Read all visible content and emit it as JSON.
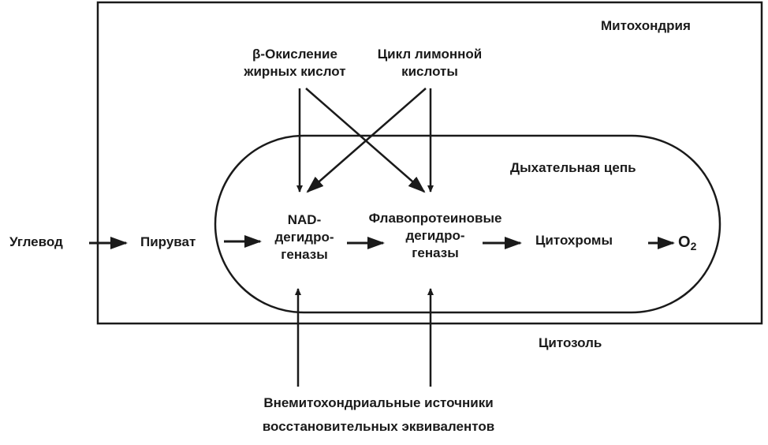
{
  "regions": {
    "mitochondria": "Митохондрия",
    "respiratory_chain": "Дыхательная цепь",
    "cytosol": "Цитозоль"
  },
  "sources": {
    "beta_oxidation": [
      "β-Окисление",
      "жирных кислот"
    ],
    "citric_acid_cycle": [
      "Цикл лимонной",
      "кислоты"
    ],
    "extramitochondrial": [
      "Внемитохондриальные источники",
      "восстановительных эквивалентов"
    ]
  },
  "pathway": {
    "carbohydrate": "Углевод",
    "pyruvate": "Пируват",
    "nad_dehydrogenases": [
      "NAD-",
      "дегидро-",
      "геназы"
    ],
    "flavoprotein_dehydrogenases": [
      "Флавопротеиновые",
      "дегидро-",
      "геназы"
    ],
    "cytochromes": "Цитохромы",
    "oxygen": {
      "symbol": "O",
      "subscript": "2"
    }
  },
  "colors": {
    "ink": "#1a1a1a",
    "background": "#ffffff"
  }
}
